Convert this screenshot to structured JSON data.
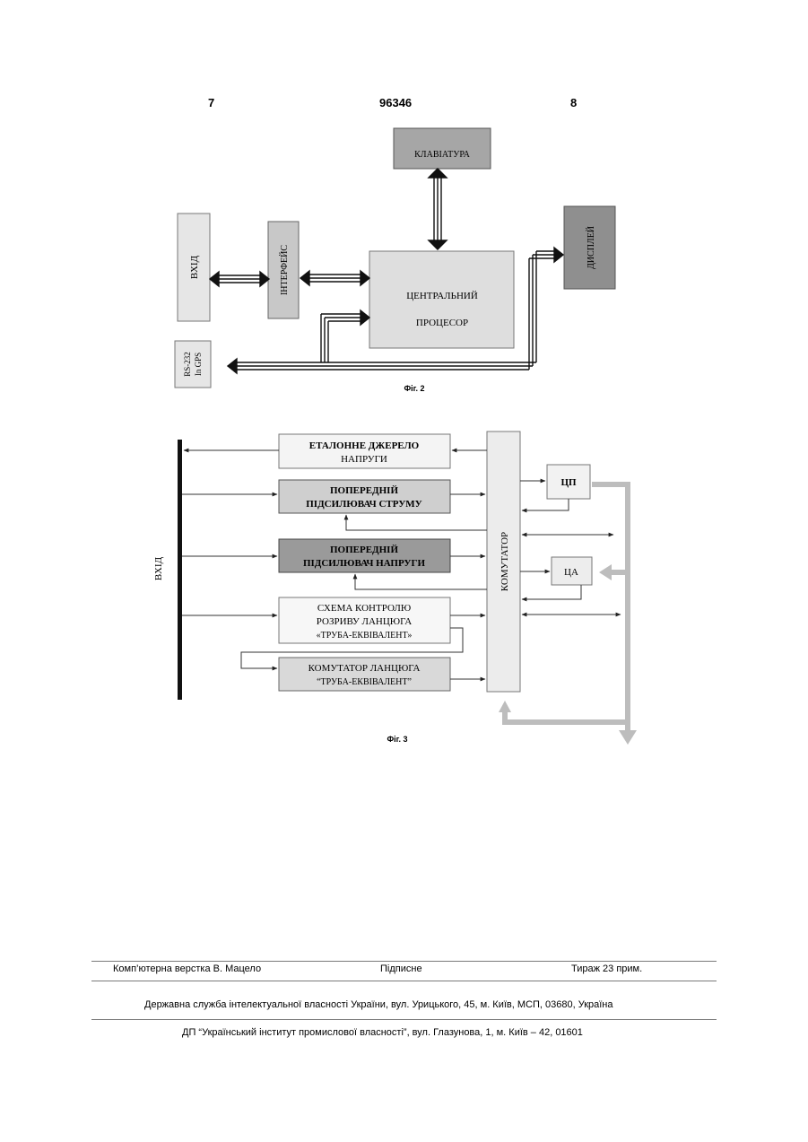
{
  "header": {
    "left_page": "7",
    "patent_number": "96346",
    "right_page": "8"
  },
  "fig2": {
    "caption": "Фіг. 2",
    "keyboard": "КЛАВІАТУРА",
    "display": "ДИСПЛЕЙ",
    "input": "ВХІД",
    "interface": "ІНТЕРФЕЙС",
    "cpu_line1": "ЦЕНТРАЛЬНИЙ",
    "cpu_line2": "ПРОЦЕСОР",
    "rs_line1": "RS-232",
    "rs_line2": "In GPS"
  },
  "fig3": {
    "caption": "Фіг. 3",
    "input": "ВХІД",
    "ref_line1": "ЕТАЛОННЕ ДЖЕРЕЛО",
    "ref_line2": "НАПРУГИ",
    "cur_line1": "ПОПЕРЕДНІЙ",
    "cur_line2": "ПІДСИЛЮВАЧ СТРУМУ",
    "volt_line1": "ПОПЕРЕДНІЙ",
    "volt_line2": "ПІДСИЛЮВАЧ НАПРУГИ",
    "ctrl_line1": "СХЕМА КОНТРОЛЮ",
    "ctrl_line2": "РОЗРИВУ ЛАНЦЮГА",
    "ctrl_line3": "«ТРУБА-ЕКВІВАЛЕНТ»",
    "sw_line1": "КОМУТАТОР ЛАНЦЮГА",
    "sw_line2": "“ТРУБА-ЕКВІВАЛЕНТ”",
    "commutator": "КОМУТАТОР",
    "cp": "ЦП",
    "ca": "ЦА"
  },
  "footer": {
    "layout": "Комп’ютерна верстка В. Мацело",
    "signed": "Підписне",
    "print_run": "Тираж 23 прим.",
    "agency": "Державна служба інтелектуальної власності України, вул. Урицького, 45, м. Київ, МСП, 03680, Україна",
    "institute": "ДП “Український інститут промислової власності”, вул. Глазунова, 1, м. Київ – 42, 01601"
  }
}
